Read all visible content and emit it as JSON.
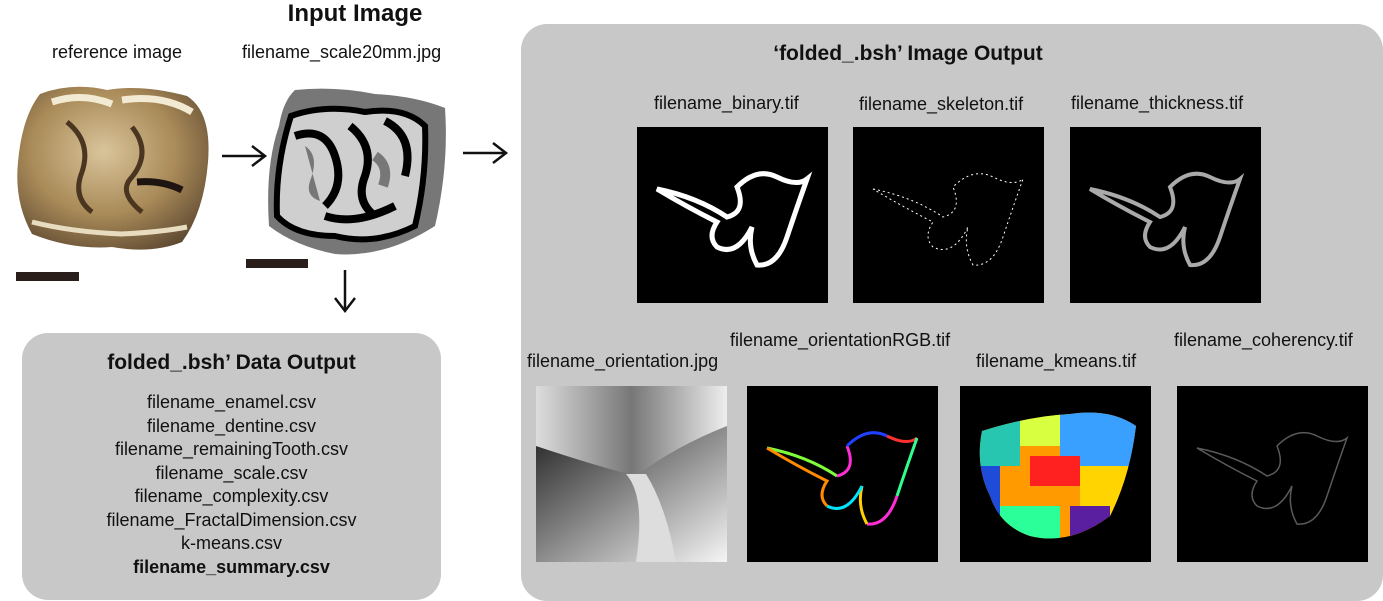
{
  "input_title": "Input Image",
  "reference_label": "reference image",
  "scale_label": "filename_scale20mm.jpg",
  "data_output": {
    "title": "folded_.bsh’ Data Output",
    "files": [
      "filename_enamel.csv",
      "filename_dentine.csv",
      "filename_remainingTooth.csv",
      "filename_scale.csv",
      "filename_complexity.csv",
      "filename_FractalDimension.csv",
      "k-means.csv"
    ],
    "summary_file": "filename_summary.csv"
  },
  "image_output": {
    "title": "‘folded_.bsh’ Image Output",
    "row1": [
      "filename_binary.tif",
      "filename_skeleton.tif",
      "filename_thickness.tif"
    ],
    "row2": [
      "filename_orientation.jpg",
      "filename_orientationRGB.tif",
      "filename_kmeans.tif",
      "filename_coherency.tif"
    ]
  },
  "colors": {
    "panel": "#c8c8c8",
    "scale_bar": "#2a1e1a",
    "tooth_dark": "#777777",
    "tooth_light": "#cfcfcf"
  }
}
